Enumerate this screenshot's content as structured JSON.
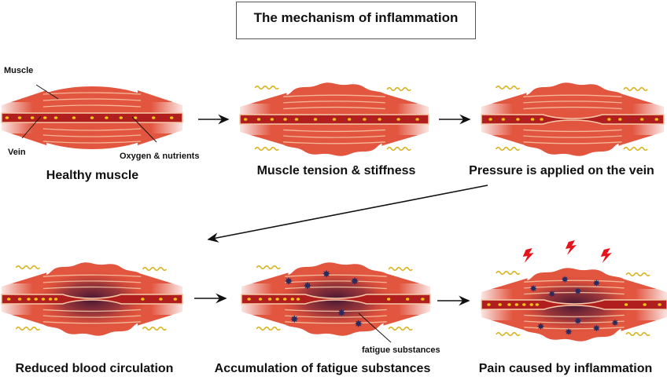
{
  "title": "The mechanism of inflammation",
  "labels": {
    "muscle": "Muscle",
    "vein": "Vein",
    "oxygen": "Oxygen & nutrients",
    "fatigue": "fatigue substances"
  },
  "stages": [
    {
      "id": "healthy",
      "caption": "Healthy muscle",
      "state": "healthy"
    },
    {
      "id": "tension",
      "caption": "Muscle tension & stiffness",
      "state": "tense"
    },
    {
      "id": "pressure",
      "caption": "Pressure is applied on the vein",
      "state": "pinched"
    },
    {
      "id": "reduced",
      "caption": "Reduced blood circulation",
      "state": "reduced"
    },
    {
      "id": "accumulation",
      "caption": "Accumulation of fatigue substances",
      "state": "fatigue"
    },
    {
      "id": "pain",
      "caption": "Pain caused by inflammation",
      "state": "pain"
    }
  ],
  "colors": {
    "muscle": "#e2553f",
    "muscle_dark": "#c93a2b",
    "fiber": "#f6c9a8",
    "vein": "#b01e1e",
    "nutrient": "#f5c518",
    "bruise": "#4a1f3a",
    "fatigue": "#2b2a5c",
    "squiggle": "#d9b320",
    "bolt": "#e3141b"
  }
}
